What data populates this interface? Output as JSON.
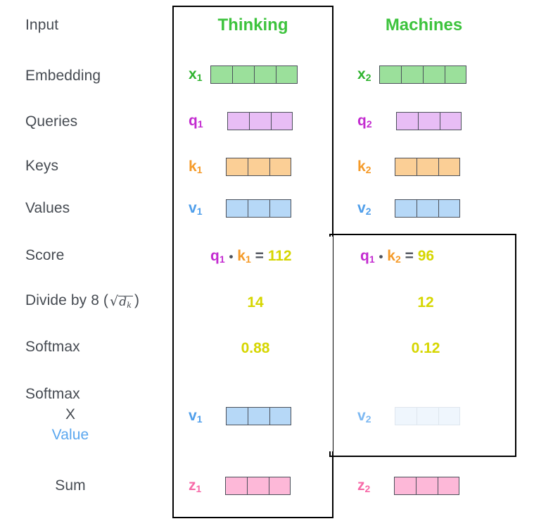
{
  "columns": [
    {
      "id": "col1",
      "title": "Thinking"
    },
    {
      "id": "col2",
      "title": "Machines"
    }
  ],
  "rows": {
    "input": {
      "label": "Input"
    },
    "embedding": {
      "label": "Embedding"
    },
    "queries": {
      "label": "Queries"
    },
    "keys": {
      "label": "Keys"
    },
    "values": {
      "label": "Values"
    },
    "score": {
      "label": "Score"
    },
    "divide": {
      "label": "Divide by 8 (",
      "sqrt_sign": "√",
      "radicand": "d",
      "radicand_sub": "k",
      "label_close": ")"
    },
    "softmax": {
      "label": "Softmax"
    },
    "softmax_value": {
      "label_1": "Softmax",
      "label_2": "X",
      "label_3": "Value"
    },
    "sum": {
      "label": "Sum"
    }
  },
  "vectors": {
    "x1": {
      "name": "x",
      "sub": "1",
      "cells": 4
    },
    "x2": {
      "name": "x",
      "sub": "2",
      "cells": 4
    },
    "q1": {
      "name": "q",
      "sub": "1",
      "cells": 3
    },
    "q2": {
      "name": "q",
      "sub": "2",
      "cells": 3
    },
    "k1": {
      "name": "k",
      "sub": "1",
      "cells": 3
    },
    "k2": {
      "name": "k",
      "sub": "2",
      "cells": 3
    },
    "v1": {
      "name": "v",
      "sub": "1",
      "cells": 3
    },
    "v2": {
      "name": "v",
      "sub": "2",
      "cells": 3
    },
    "v1_weighted": {
      "name": "v",
      "sub": "1",
      "cells": 3
    },
    "v2_weighted": {
      "name": "v",
      "sub": "2",
      "cells": 3
    },
    "z1": {
      "name": "z",
      "sub": "1",
      "cells": 3
    },
    "z2": {
      "name": "z",
      "sub": "2",
      "cells": 3
    }
  },
  "scores": {
    "col1": {
      "q": "q",
      "q_sub": "1",
      "dot": "•",
      "k": "k",
      "k_sub": "1",
      "eq": "=",
      "value": "112"
    },
    "col2": {
      "q": "q",
      "q_sub": "1",
      "dot": "•",
      "k": "k",
      "k_sub": "2",
      "eq": "=",
      "value": "96"
    }
  },
  "divided": {
    "col1": "14",
    "col2": "12"
  },
  "softmax": {
    "col1": "0.88",
    "col2": "0.12"
  },
  "colors": {
    "green": "#3dc33d",
    "purple": "#c32bd0",
    "orange": "#f59a28",
    "blue": "#4f9eea",
    "pink": "#f76aa8",
    "yellow": "#d6d600",
    "label_gray": "#464b52",
    "value_blue": "#5aa7ef"
  }
}
